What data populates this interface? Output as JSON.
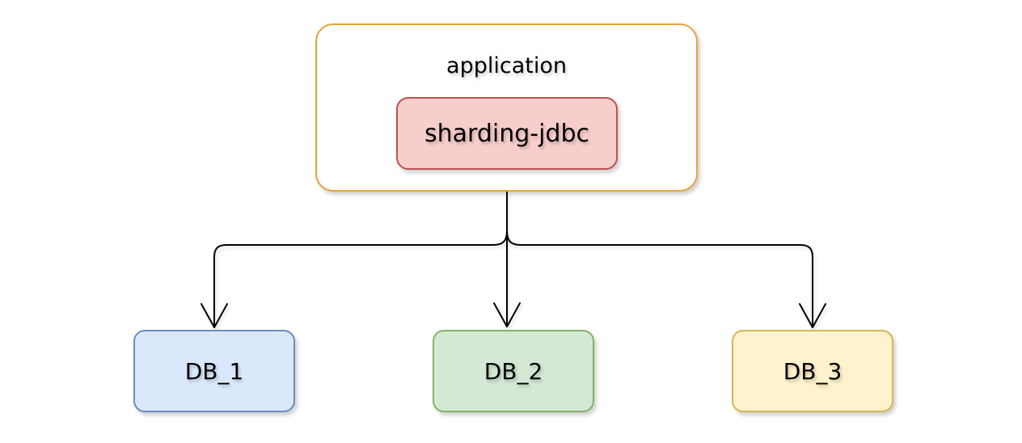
{
  "diagram": {
    "background_color": "#FFFFFF",
    "edge_color": "#000000",
    "nodes": {
      "application": {
        "label": "application",
        "fill": "#FFFFFF",
        "border_color": "#E9A23B",
        "text_color": "#000000"
      },
      "sharding_jdbc": {
        "label": "sharding-jdbc",
        "fill": "#F8CECC",
        "border_color": "#B85450",
        "text_color": "#000000"
      },
      "db_1": {
        "label": "DB_1",
        "fill": "#DAE8FC",
        "border_color": "#6C8EBF",
        "text_color": "#000000"
      },
      "db_2": {
        "label": "DB_2",
        "fill": "#D5E8D4",
        "border_color": "#82B366",
        "text_color": "#000000"
      },
      "db_3": {
        "label": "DB_3",
        "fill": "#FFF2CC",
        "border_color": "#D6B656",
        "text_color": "#000000"
      }
    },
    "edges": [
      {
        "from": "sharding-jdbc",
        "to": "DB_1",
        "arrow": "open"
      },
      {
        "from": "sharding-jdbc",
        "to": "DB_2",
        "arrow": "open"
      },
      {
        "from": "sharding-jdbc",
        "to": "DB_3",
        "arrow": "open"
      }
    ]
  }
}
